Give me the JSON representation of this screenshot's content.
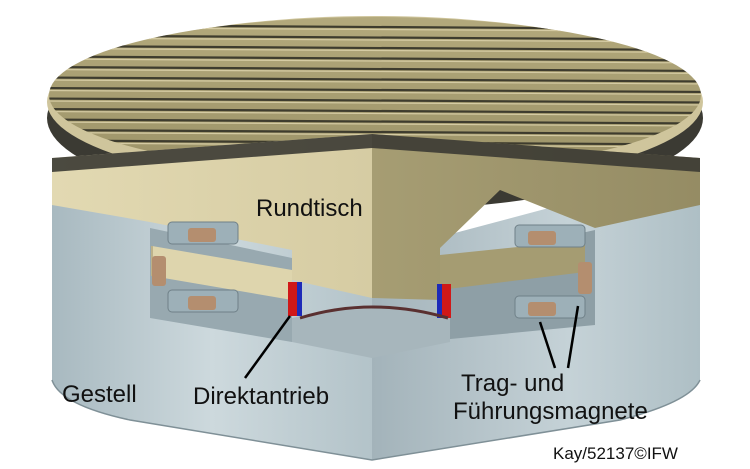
{
  "labels": {
    "table": "Rundtisch",
    "frame": "Gestell",
    "drive": "Direktantrieb",
    "magnets_line1": "Trag- und",
    "magnets_line2": "Führungsmagnete"
  },
  "credit": "Kay/52137©IFW",
  "colors": {
    "table_top": "#b6ac7e",
    "table_side": "#cfc59c",
    "frame": "#b9c7cc",
    "frame_dark": "#8fa0a7",
    "magnet_copper": "#b48e6f",
    "drive_red": "#d01818",
    "drive_blue": "#1d2ab8"
  }
}
